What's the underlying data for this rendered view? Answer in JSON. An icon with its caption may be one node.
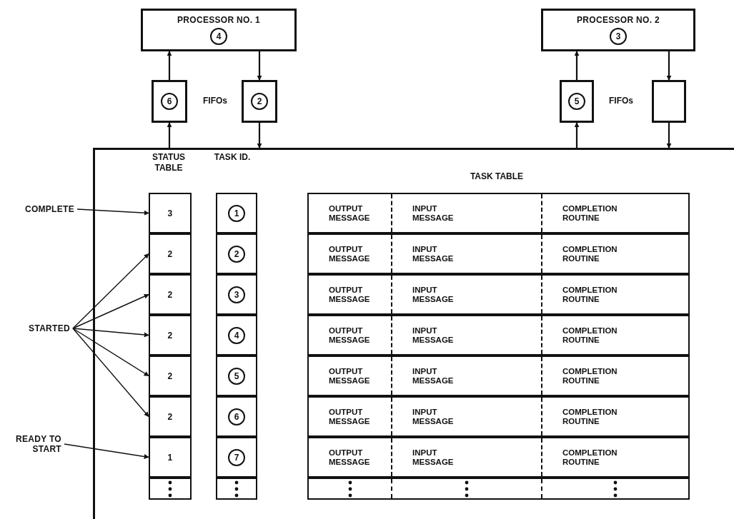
{
  "diagram": {
    "nodes": [
      {
        "text": [
          "PROCESSOR NO. 1",
          "4"
        ]
      },
      {
        "text": [
          "PROCESSOR NO. 2",
          "3"
        ]
      },
      {
        "text": [
          "6"
        ]
      },
      {
        "text": [
          "2"
        ]
      },
      {
        "text": [
          "5"
        ]
      },
      {
        "text": [],
        "shape": "box"
      },
      {
        "text": [],
        "shape": "box"
      },
      {
        "text": [
          "3"
        ],
        "in": 6
      },
      {
        "text": [
          "2"
        ],
        "in": 6
      },
      {
        "text": [
          "2"
        ],
        "in": 6
      },
      {
        "text": [
          "2"
        ],
        "in": 6
      },
      {
        "text": [
          "2"
        ],
        "in": 6
      },
      {
        "text": [
          "2"
        ],
        "in": 6
      },
      {
        "text": [
          "1"
        ],
        "in": 6
      },
      {
        "text": [],
        "shape": "box",
        "in": 6
      },
      {
        "text": [
          "1"
        ],
        "in": 6
      },
      {
        "text": [
          "2"
        ],
        "in": 6
      },
      {
        "text": [
          "3"
        ],
        "in": 6
      },
      {
        "text": [
          "4"
        ],
        "in": 6
      },
      {
        "text": [
          "5"
        ],
        "in": 6
      },
      {
        "text": [
          "6"
        ],
        "in": 6
      },
      {
        "text": [
          "7"
        ],
        "in": 6
      },
      {
        "text": [],
        "shape": "box",
        "in": 6
      },
      {
        "text": [
          "OUTPUT MESSAGE",
          "INPUT MESSAGE",
          "COMPLETION ROUTINE"
        ],
        "in": 6
      },
      {
        "text": [
          "OUTPUT MESSAGE",
          "INPUT MESSAGE",
          "COMPLETION ROUTINE"
        ],
        "in": 6
      },
      {
        "text": [
          "OUTPUT MESSAGE",
          "INPUT MESSAGE",
          "COMPLETION ROUTINE"
        ],
        "in": 6
      },
      {
        "text": [
          "OUTPUT MESSAGE",
          "INPUT MESSAGE",
          "COMPLETION ROUTINE"
        ],
        "in": 6
      },
      {
        "text": [
          "OUTPUT MESSAGE",
          "INPUT MESSAGE",
          "COMPLETION ROUTINE"
        ],
        "in": 6
      },
      {
        "text": [
          "OUTPUT MESSAGE",
          "INPUT MESSAGE",
          "COMPLETION ROUTINE"
        ],
        "in": 6
      },
      {
        "text": [
          "OUTPUT MESSAGE",
          "INPUT MESSAGE",
          "COMPLETION ROUTINE"
        ],
        "in": 6
      },
      {
        "text": [],
        "shape": "box",
        "in": 6
      },
      {
        "text": [
          "COMPLETE"
        ]
      },
      {
        "text": [
          "STARTED"
        ]
      },
      {
        "text": [
          "READY TO START"
        ]
      }
    ],
    "edges": [
      {
        "from": 2,
        "to": 0,
        "arrow": "to"
      },
      {
        "from": 6,
        "to": 2,
        "arrow": "to"
      },
      {
        "from": 0,
        "to": 3,
        "arrow": "to"
      },
      {
        "from": 3,
        "to": 6,
        "arrow": "to"
      },
      {
        "from": 4,
        "to": 1,
        "arrow": "to"
      },
      {
        "from": 6,
        "to": 4,
        "arrow": "to"
      },
      {
        "from": 1,
        "to": 5,
        "arrow": "to"
      },
      {
        "from": 5,
        "to": 6,
        "arrow": "to"
      },
      {
        "from": 31,
        "to": 7,
        "arrow": "to"
      },
      {
        "from": 32,
        "to": 8,
        "arrow": "to"
      },
      {
        "from": 32,
        "to": 9,
        "arrow": "to"
      },
      {
        "from": 32,
        "to": 10,
        "arrow": "to"
      },
      {
        "from": 32,
        "to": 11,
        "arrow": "to"
      },
      {
        "from": 32,
        "to": 12,
        "arrow": "to"
      },
      {
        "from": 33,
        "to": 13,
        "arrow": "to"
      }
    ],
    "labels": [
      "FIFOs",
      "FIFOs",
      "STATUS TABLE",
      "TASK ID.",
      "TASK TABLE"
    ]
  }
}
